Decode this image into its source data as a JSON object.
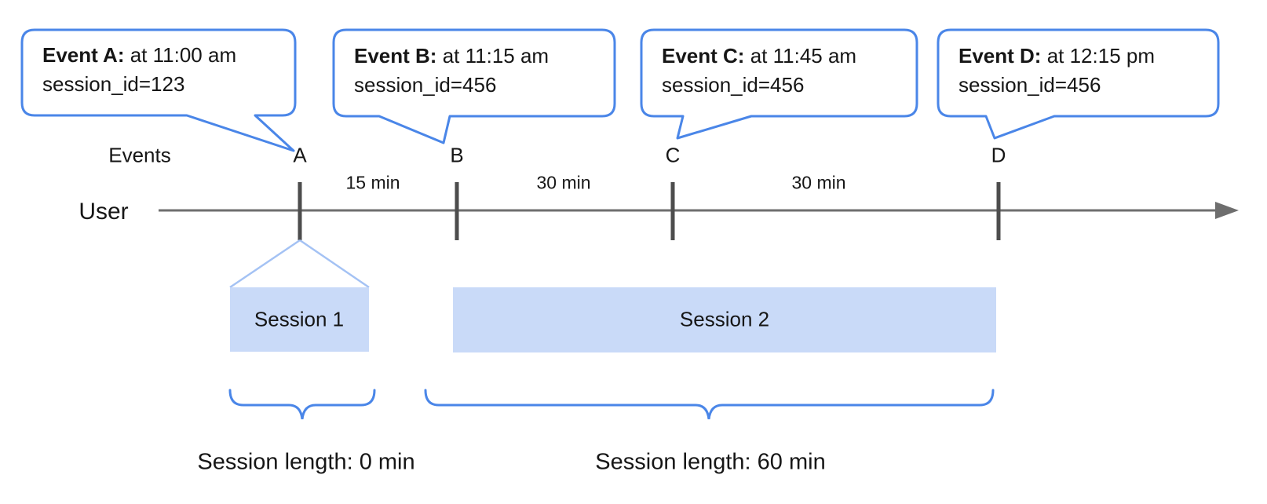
{
  "callouts": [
    {
      "bold": "Event A:",
      "rest": " at 11:00 am",
      "session": "session_id=123"
    },
    {
      "bold": "Event B:",
      "rest": " at 11:15 am",
      "session": "session_id=456"
    },
    {
      "bold": "Event C:",
      "rest": " at 11:45 am",
      "session": "session_id=456"
    },
    {
      "bold": "Event D:",
      "rest": " at 12:15 pm",
      "session": "session_id=456"
    }
  ],
  "timeline": {
    "axis_label": "Events",
    "user_label": "User",
    "event_markers": [
      "A",
      "B",
      "C",
      "D"
    ],
    "intervals": [
      {
        "label": "15 min"
      },
      {
        "label": "30 min"
      },
      {
        "label": "30 min"
      }
    ]
  },
  "sessions": [
    {
      "label": "Session 1",
      "length": "Session length: 0 min"
    },
    {
      "label": "Session 2",
      "length": "Session length: 60 min"
    }
  ],
  "colors": {
    "accent_blue": "#4a86e8",
    "session_fill": "#c9daf8",
    "funnel_line": "#a4c2f4",
    "axis_gray": "#6e6e6e",
    "tick_gray": "#4d4d4d",
    "text": "#161616"
  }
}
